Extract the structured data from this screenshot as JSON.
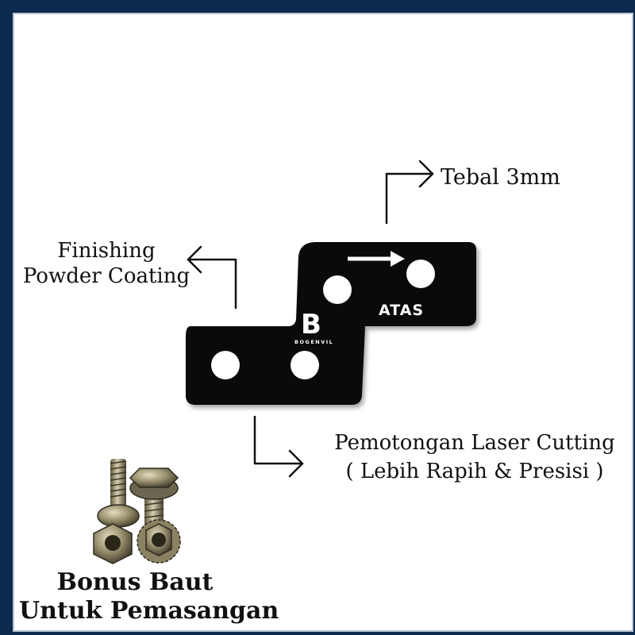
{
  "annotations": {
    "thickness": "Tebal 3mm",
    "finishing_line1": "Finishing",
    "finishing_line2": "Powder Coating",
    "cutting_line1": "Pemotongan Laser Cutting",
    "cutting_line2": "( Lebih Rapih & Presisi )",
    "bonus_line1": "Bonus Baut",
    "bonus_line2": "Untuk Pemasangan"
  },
  "bracket": {
    "side_label": "ATAS",
    "logo_letter": "B",
    "brand": "BOGENVIL"
  },
  "colors": {
    "frame": "#0d2a4e",
    "background": "#ffffff",
    "bracket": "#0a0a0a",
    "text": "#111111"
  },
  "icons": [
    "arrow-up-right-icon",
    "arrow-up-left-icon",
    "arrow-down-right-icon",
    "right-arrow-icon",
    "bolt-icon",
    "nut-icon"
  ]
}
